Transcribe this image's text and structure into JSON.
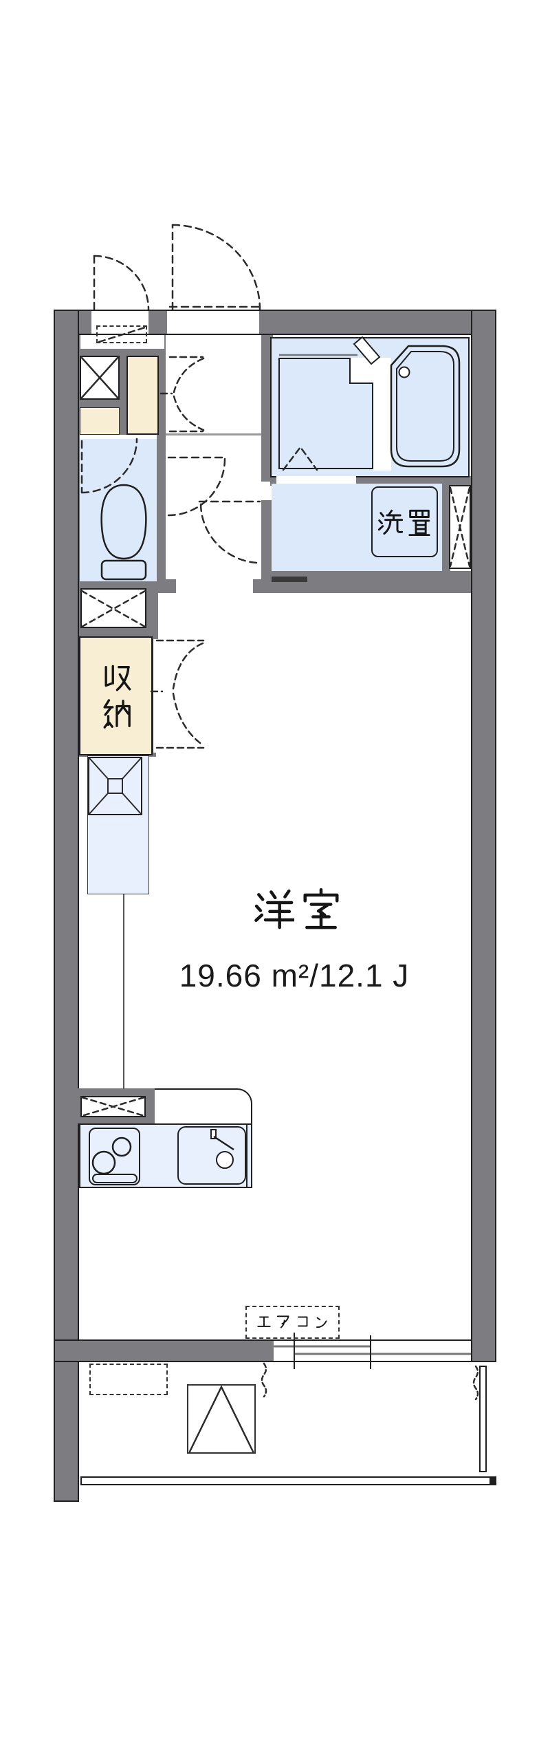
{
  "floorplan": {
    "room_label": "洋室",
    "room_area": "19.66 m²/12.1 J",
    "storage_label": "収納",
    "washer_label": "洗置",
    "aircon_label": "エアコン"
  },
  "colors": {
    "wall": "#7c7c81",
    "wet_area": "#dce9fa",
    "kitchen_area": "#e7f0fc",
    "closet": "#f8eed3",
    "outline": "#1f1f1f"
  }
}
